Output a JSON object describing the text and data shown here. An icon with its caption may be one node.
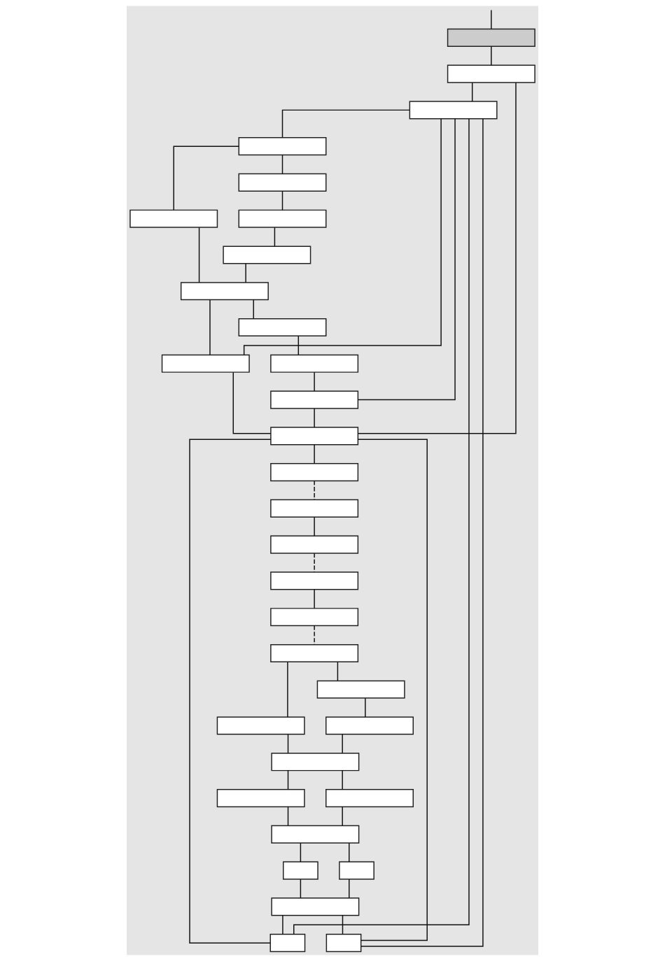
{
  "diagram": {
    "nodes": [
      {
        "text": [],
        "shape": "box"
      },
      {
        "text": [],
        "shape": "box"
      },
      {
        "text": [],
        "shape": "box"
      },
      {
        "text": [],
        "shape": "box"
      },
      {
        "text": [],
        "shape": "box"
      },
      {
        "text": [],
        "shape": "box"
      },
      {
        "text": [],
        "shape": "box"
      },
      {
        "text": [],
        "shape": "box"
      },
      {
        "text": [],
        "shape": "box"
      },
      {
        "text": [],
        "shape": "box"
      },
      {
        "text": [],
        "shape": "box"
      },
      {
        "text": [],
        "shape": "box"
      },
      {
        "text": [],
        "shape": "box"
      },
      {
        "text": [],
        "shape": "box"
      },
      {
        "text": [],
        "shape": "box"
      },
      {
        "text": [],
        "shape": "box"
      },
      {
        "text": [],
        "shape": "box"
      },
      {
        "text": [],
        "shape": "box"
      },
      {
        "text": [],
        "shape": "box"
      },
      {
        "text": [],
        "shape": "box"
      },
      {
        "text": [],
        "shape": "box"
      },
      {
        "text": [],
        "shape": "box"
      },
      {
        "text": [],
        "shape": "box"
      },
      {
        "text": [],
        "shape": "box"
      },
      {
        "text": [],
        "shape": "box"
      },
      {
        "text": [],
        "shape": "box"
      },
      {
        "text": [],
        "shape": "box"
      },
      {
        "text": [],
        "shape": "box"
      },
      {
        "text": [],
        "shape": "box"
      },
      {
        "text": [],
        "shape": "box"
      },
      {
        "text": [],
        "shape": "box"
      },
      {
        "text": [],
        "shape": "box"
      }
    ],
    "edges": [
      {
        "from": null,
        "to": 0,
        "arrow": "none"
      },
      {
        "from": 0,
        "to": 1,
        "arrow": "none"
      },
      {
        "from": 1,
        "to": 2,
        "arrow": "none"
      },
      {
        "from": 1,
        "to": 3,
        "arrow": "none"
      },
      {
        "from": 2,
        "to": 4,
        "arrow": "none"
      },
      {
        "from": 4,
        "to": 6,
        "arrow": "none"
      },
      {
        "from": 4,
        "to": 7,
        "arrow": "none"
      },
      {
        "from": 7,
        "to": 9,
        "arrow": "none"
      },
      {
        "from": 9,
        "to": 11,
        "arrow": "none"
      },
      {
        "from": 6,
        "to": 12,
        "arrow": "none"
      },
      {
        "from": 11,
        "to": 12,
        "arrow": "none"
      },
      {
        "from": 12,
        "to": 13,
        "arrow": "none"
      },
      {
        "from": 12,
        "to": 14,
        "arrow": "none"
      },
      {
        "from": 14,
        "to": 16,
        "arrow": "none"
      },
      {
        "from": 16,
        "to": 18,
        "arrow": "none"
      },
      {
        "from": 13,
        "to": 2,
        "arrow": "none"
      },
      {
        "from": 13,
        "to": 3,
        "arrow": "none"
      },
      {
        "from": 18,
        "to": 2,
        "arrow": "none"
      },
      {
        "from": 18,
        "to": 3,
        "arrow": "none"
      },
      {
        "from": 3,
        "to": 5,
        "arrow": "none"
      },
      {
        "from": 5,
        "to": 8,
        "arrow": "none",
        "style": "dashed"
      },
      {
        "from": 8,
        "to": 10,
        "arrow": "none"
      },
      {
        "from": 10,
        "to": 15,
        "arrow": "none",
        "style": "dashed"
      },
      {
        "from": 15,
        "to": 17,
        "arrow": "none"
      },
      {
        "from": 17,
        "to": 19,
        "arrow": "none",
        "style": "dashed"
      },
      {
        "from": 19,
        "to": 21,
        "arrow": "none"
      },
      {
        "from": 19,
        "to": 22,
        "arrow": "none"
      },
      {
        "from": 22,
        "to": 25,
        "arrow": "none"
      },
      {
        "from": 21,
        "to": 27,
        "arrow": "none"
      },
      {
        "from": 25,
        "to": 27,
        "arrow": "none"
      },
      {
        "from": 27,
        "to": 30,
        "arrow": "none"
      },
      {
        "from": 27,
        "to": 31,
        "arrow": "none"
      },
      {
        "from": 30,
        "to": 20,
        "arrow": "none"
      },
      {
        "from": 31,
        "to": 20,
        "arrow": "none"
      },
      {
        "from": 20,
        "to": 23,
        "arrow": "none"
      },
      {
        "from": 20,
        "to": 24,
        "arrow": "none"
      },
      {
        "from": 23,
        "to": 26,
        "arrow": "none"
      },
      {
        "from": 24,
        "to": 26,
        "arrow": "none"
      },
      {
        "from": 26,
        "to": 28,
        "arrow": "none"
      },
      {
        "from": 26,
        "to": 29,
        "arrow": "none"
      },
      {
        "from": 28,
        "to": 2,
        "arrow": "none"
      },
      {
        "from": 28,
        "to": 3,
        "arrow": "none"
      },
      {
        "from": 29,
        "to": 2,
        "arrow": "none"
      },
      {
        "from": 29,
        "to": 3,
        "arrow": "none"
      }
    ]
  }
}
